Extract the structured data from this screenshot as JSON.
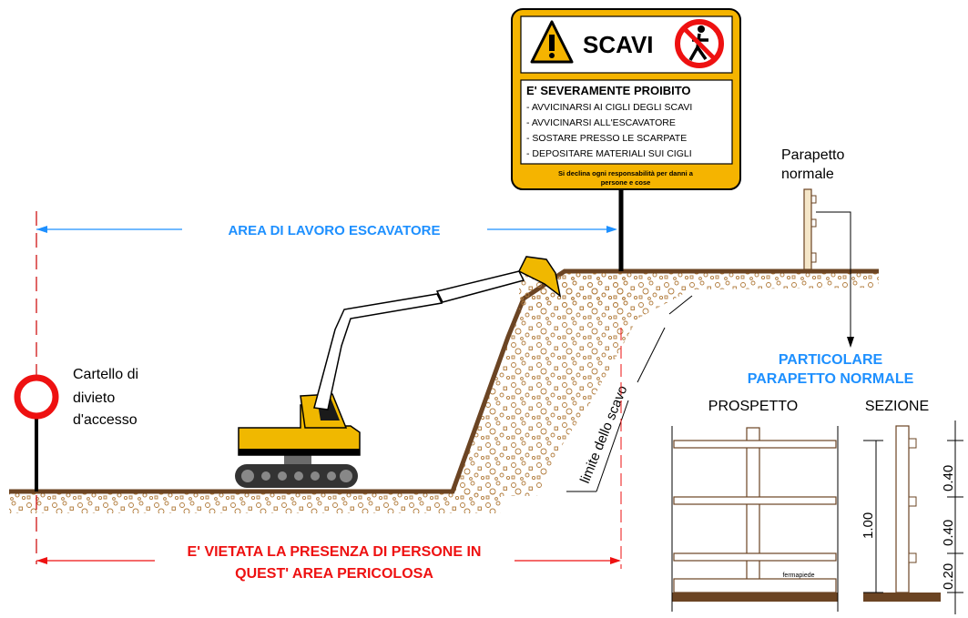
{
  "sign": {
    "title": "SCAVI",
    "prohibited_heading": "E' SEVERAMENTE PROIBITO",
    "rules": [
      "- AVVICINARSI AI CIGLI DEGLI SCAVI",
      "- AVVICINARSI ALL'ESCAVATORE",
      "- SOSTARE PRESSO LE SCARPATE",
      "- DEPOSITARE MATERIALI SUI CIGLI"
    ],
    "disclaimer_line1": "Si declina ogni responsabilità per danni a",
    "disclaimer_line2": "persone e cose"
  },
  "labels": {
    "work_area": "AREA DI LAVORO ESCAVATORE",
    "danger_line1": "E' VIETATA LA PRESENZA DI PERSONE IN",
    "danger_line2": "QUEST' AREA PERICOLOSA",
    "access_sign_line1": "Cartello di",
    "access_sign_line2": "divieto",
    "access_sign_line3": "d'accesso",
    "parapet_line1": "Parapetto",
    "parapet_line2": "normale",
    "excavation_limit": "limite dello scavo",
    "detail_line1": "PARTICOLARE",
    "detail_line2": "PARAPETTO NORMALE",
    "elevation": "PROSPETTO",
    "section": "SEZIONE",
    "toe_board": "fermapiede",
    "dim_total": "1.00",
    "dim_top": "0.40",
    "dim_mid": "0.40",
    "dim_bottom": "0.20"
  },
  "colors": {
    "sign_yellow": "#f5b400",
    "ground_brown": "#6b4423",
    "excavator_yellow": "#f0b800",
    "work_area_blue": "#1e90ff",
    "danger_red": "#ee1111",
    "detail_blue": "#1e90ff"
  }
}
